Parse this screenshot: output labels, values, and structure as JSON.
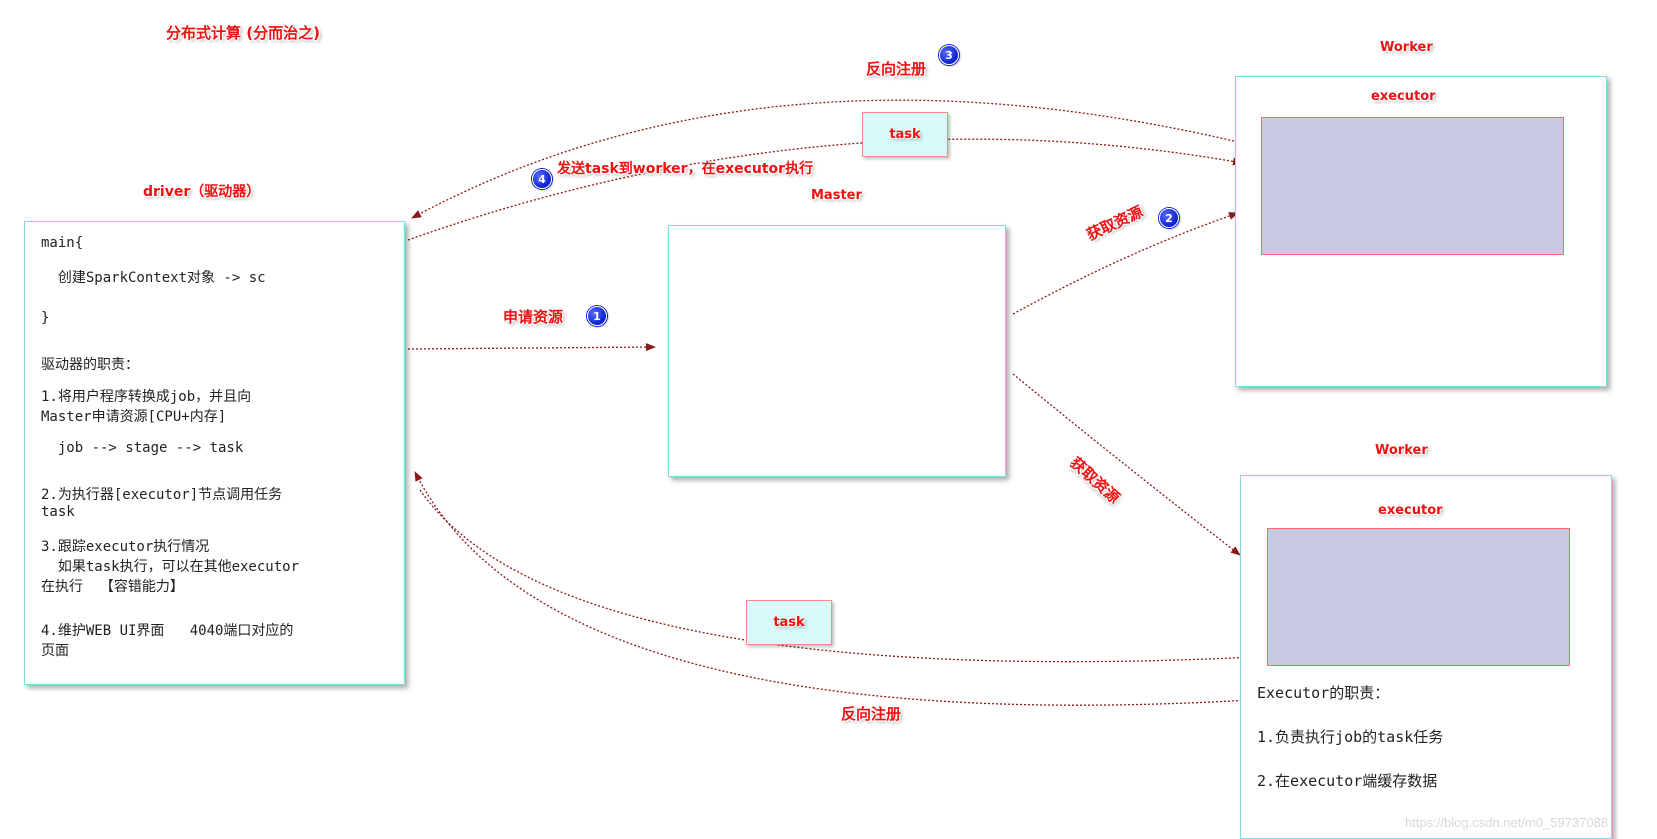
{
  "title": "分布式计算  (分而治之)",
  "driver": {
    "label": "driver（驱动器）",
    "lines": [
      "main{",
      "  创建SparkContext对象 -> sc",
      "}",
      "驱动器的职责：",
      "1.将用户程序转换成job，并且向",
      "Master申请资源[CPU+内存]",
      "  job --> stage --> task",
      "2.为执行器[executor]节点调用任务",
      "task",
      "3.跟踪executor执行情况",
      "  如果task执行，可以在其他executor",
      "在执行  【容错能力】",
      "4.维护WEB UI界面   4040端口对应的",
      "页面"
    ]
  },
  "master": {
    "label": "Master"
  },
  "worker_top": {
    "label": "Worker",
    "executor_label": "executor"
  },
  "worker_bottom": {
    "label": "Worker",
    "executor_label": "executor",
    "lines": [
      "Executor的职责：",
      "1.负责执行job的task任务",
      "2.在executor端缓存数据"
    ]
  },
  "arrows": {
    "apply_resource": "申请资源",
    "get_resource_top": "获取资源",
    "get_resource_bottom": "获取资源",
    "reverse_register_top": "反向注册",
    "reverse_register_bottom": "反向注册",
    "send_task": "发送task到worker，在executor执行"
  },
  "steps": {
    "one": "1",
    "two": "2",
    "three": "3",
    "four": "4"
  },
  "task_boxes": {
    "top": "task",
    "bottom": "task"
  },
  "watermark": "https://blog.csdn.net/m0_59737088",
  "colors": {
    "label": "#ee1111",
    "box_border": "#7fdede",
    "executor_fill": "#c8c8e2",
    "arrow": "#8b1a1a",
    "step_circle": "#0a1fd0"
  }
}
